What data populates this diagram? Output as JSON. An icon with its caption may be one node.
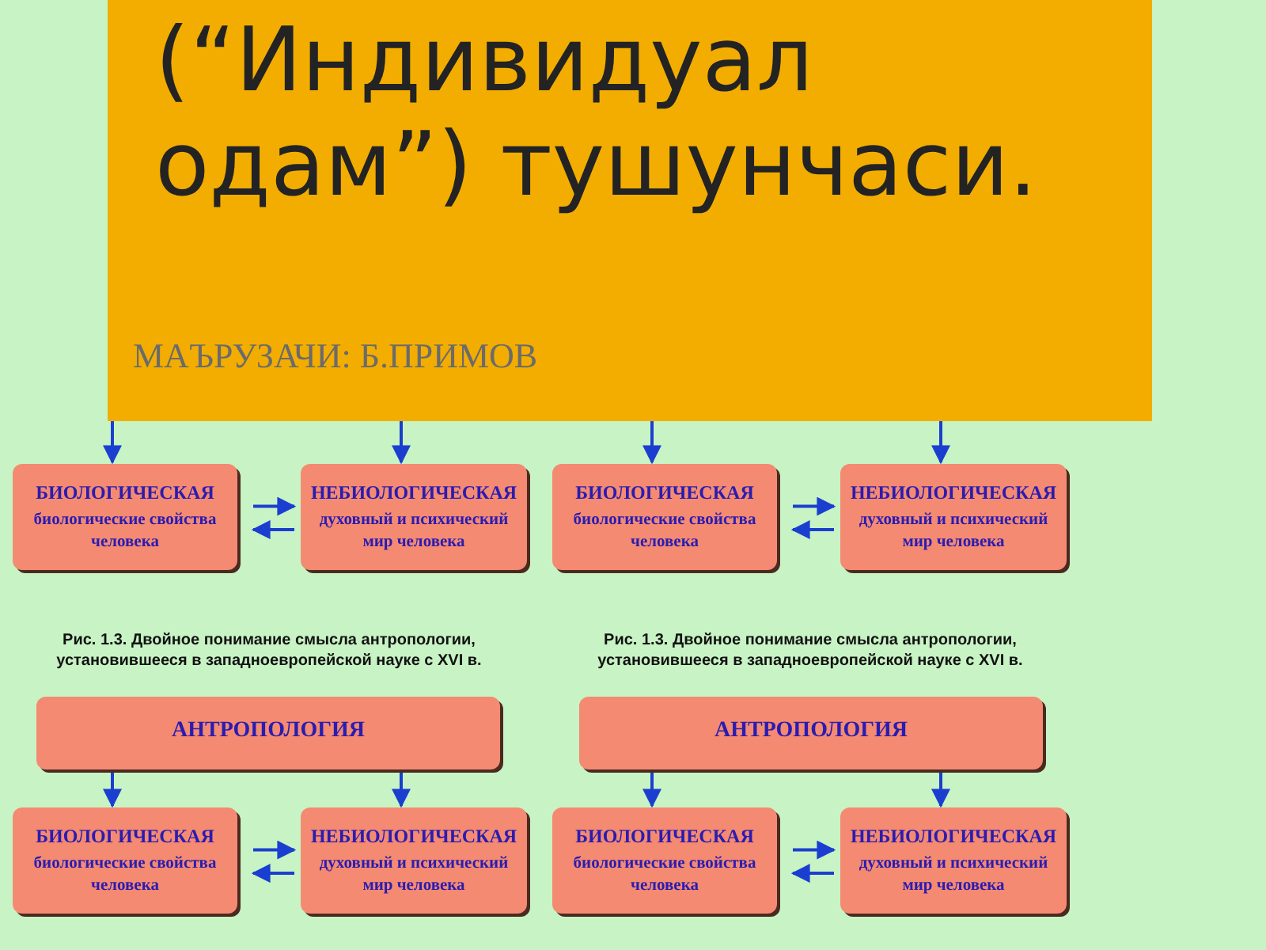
{
  "diagram": {
    "title": "(“Индивидуал одам”) тушунчаси.",
    "nodes": [
      {
        "text": [
          "БИОЛОГИЧЕСКАЯ",
          "биологические свойства человека"
        ]
      },
      {
        "text": [
          "НЕБИОЛОГИЧЕСКАЯ",
          "духовный и психический мир человека"
        ]
      },
      {
        "text": [
          "БИОЛОГИЧЕСКАЯ",
          "биологические свойства человека"
        ]
      },
      {
        "text": [
          "НЕБИОЛОГИЧЕСКАЯ",
          "духовный и психический мир человека"
        ]
      },
      {
        "text": [
          "АНТРОПОЛОГИЯ"
        ]
      },
      {
        "text": [
          "БИОЛОГИЧЕСКАЯ",
          "биологические свойства человека"
        ]
      },
      {
        "text": [
          "НЕБИОЛОГИЧЕСКАЯ",
          "духовный и психический мир человека"
        ]
      },
      {
        "text": [
          "АНТРОПОЛОГИЯ"
        ]
      },
      {
        "text": [
          "БИОЛОГИЧЕСКАЯ",
          "биологические свойства человека"
        ]
      },
      {
        "text": [
          "НЕБИОЛОГИЧЕСКАЯ",
          "духовный и психический мир человека"
        ]
      }
    ],
    "edges": [
      {
        "from": null,
        "to": 0,
        "arrow": "to"
      },
      {
        "from": null,
        "to": 1,
        "arrow": "to"
      },
      {
        "from": 0,
        "to": 1,
        "arrow": "to"
      },
      {
        "from": 1,
        "to": 0,
        "arrow": "to"
      },
      {
        "from": null,
        "to": 2,
        "arrow": "to"
      },
      {
        "from": null,
        "to": 3,
        "arrow": "to"
      },
      {
        "from": 2,
        "to": 3,
        "arrow": "to"
      },
      {
        "from": 3,
        "to": 2,
        "arrow": "to"
      },
      {
        "from": 4,
        "to": 5,
        "arrow": "to"
      },
      {
        "from": 4,
        "to": 6,
        "arrow": "to"
      },
      {
        "from": 5,
        "to": 6,
        "arrow": "to"
      },
      {
        "from": 6,
        "to": 5,
        "arrow": "to"
      },
      {
        "from": 7,
        "to": 8,
        "arrow": "to"
      },
      {
        "from": 7,
        "to": 9,
        "arrow": "to"
      },
      {
        "from": 8,
        "to": 9,
        "arrow": "to"
      },
      {
        "from": 9,
        "to": 8,
        "arrow": "to"
      }
    ],
    "labels": [
      "МАЪРУЗАЧИ: Б.ПРИМОВ",
      "Рис. 1.3. Двойное понимание смысла антропологии, установившееся в западноевропейской науке с XVI в.",
      "Рис. 1.3. Двойное понимание смысла антропологии, установившееся в западноевропейской науке с XVI в."
    ]
  }
}
